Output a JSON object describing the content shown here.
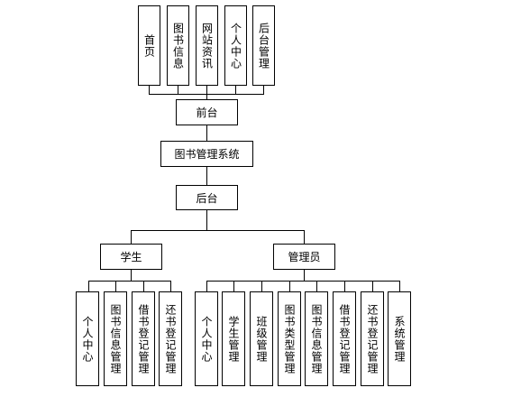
{
  "front_modules": [
    "首页",
    "图书信息",
    "网站资讯",
    "个人中心",
    "后台管理"
  ],
  "front": "前台",
  "system": "图书管理系统",
  "backend": "后台",
  "roles": {
    "student": "学生",
    "admin": "管理员"
  },
  "student_modules": [
    "个人中心",
    "图书信息管理",
    "借书登记管理",
    "还书登记管理"
  ],
  "admin_modules": [
    "个人中心",
    "学生管理",
    "班级管理",
    "图书类型管理",
    "图书信息管理",
    "借书登记管理",
    "还书登记管理",
    "系统管理"
  ]
}
